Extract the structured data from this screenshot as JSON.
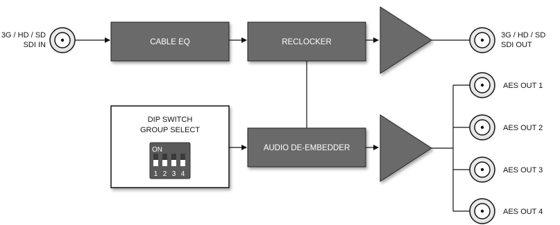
{
  "input": {
    "label_line1": "3G / HD / SD",
    "label_line2": "SDI IN"
  },
  "blocks": {
    "cable_eq": "CABLE EQ",
    "reclocker": "RECLOCKER",
    "audio_deembedder": "AUDIO DE-EMBEDDER"
  },
  "dip_switch": {
    "title_line1": "DIP SWITCH",
    "title_line2": "GROUP SELECT",
    "on_label": "ON",
    "switch_numbers": [
      "1",
      "2",
      "3",
      "4"
    ]
  },
  "sdi_output": {
    "label_line1": "3G / HD / SD",
    "label_line2": "SDI OUT"
  },
  "aes_outputs": [
    "AES OUT 1",
    "AES OUT 2",
    "AES OUT 3",
    "AES OUT 4"
  ],
  "colors": {
    "block_fill": "#6b6b6b",
    "block_border": "#222222",
    "line": "#111111"
  },
  "icons": {
    "connector": "bnc-connector-icon",
    "amplifier": "amplifier-triangle-icon"
  }
}
